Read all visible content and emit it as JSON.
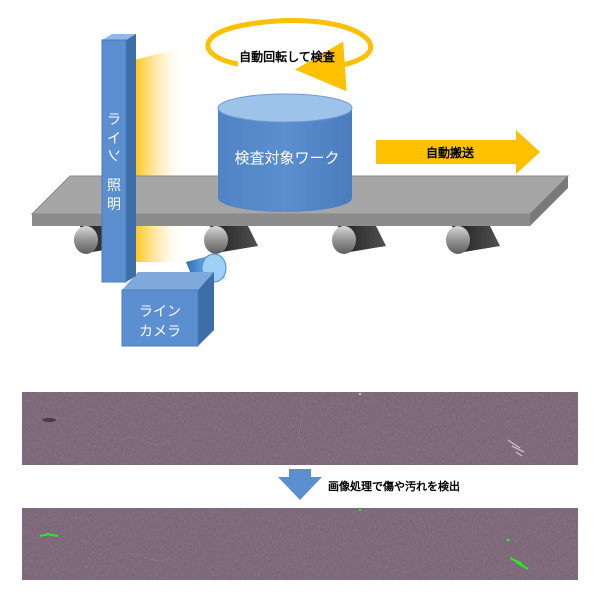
{
  "diagram": {
    "rotation_label": "自動回転して検査",
    "workpiece_label": "検査対象ワーク",
    "conveyor_label": "自動搬送",
    "line_light_chars": [
      "ラ",
      "イ",
      "ン",
      "照",
      "明"
    ],
    "camera_label_line1": "ライン",
    "camera_label_line2": "カメラ",
    "process_label": "画像処理で傷や汚れを検出"
  },
  "colors": {
    "blue_face": "#5b8fd0",
    "blue_side": "#3e6ea8",
    "blue_top": "#8fb9e8",
    "orange_arrow": "#ffc000",
    "conveyor_top": "#a6a6a6",
    "conveyor_front": "#8c8c8c",
    "scan_surface": "#8a7486",
    "defect_highlight": "#22ee22"
  }
}
